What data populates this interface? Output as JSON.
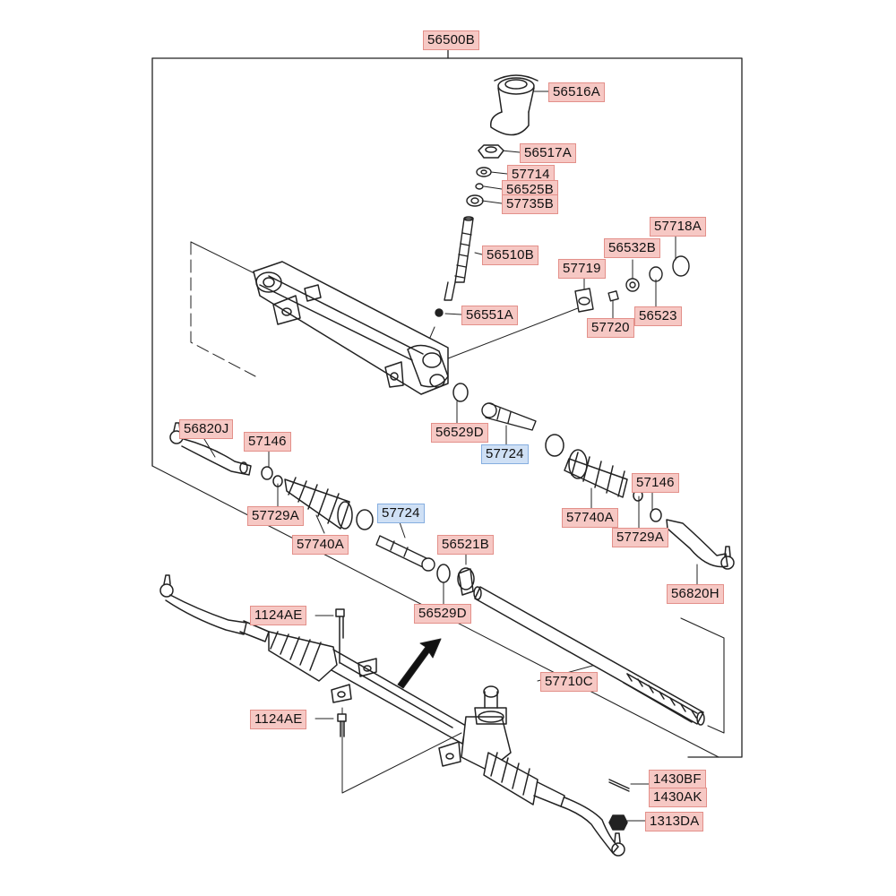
{
  "diagram": {
    "labels": {
      "l_56500B": "56500B",
      "l_56516A": "56516A",
      "l_56517A": "56517A",
      "l_57714": "57714",
      "l_56525B": "56525B",
      "l_57735B": "57735B",
      "l_56510B": "56510B",
      "l_57718A": "57718A",
      "l_56532B": "56532B",
      "l_57719": "57719",
      "l_56551A": "56551A",
      "l_56523": "56523",
      "l_57720": "57720",
      "l_56820J": "56820J",
      "l_57146a": "57146",
      "l_56529Da": "56529D",
      "l_57724a": "57724",
      "l_57146b": "57146",
      "l_57729Aa": "57729A",
      "l_57724b": "57724",
      "l_57740Aa": "57740A",
      "l_56521B": "56521B",
      "l_57740Ab": "57740A",
      "l_57729Ab": "57729A",
      "l_56820H": "56820H",
      "l_1124AEa": "1124AE",
      "l_56529Db": "56529D",
      "l_57710C": "57710C",
      "l_1124AEb": "1124AE",
      "l_1430BF": "1430BF",
      "l_1430AK": "1430AK",
      "l_1313DA": "1313DA"
    },
    "colors": {
      "label_fill": "#f6c8c4",
      "label_border": "#e3908a",
      "label_blue_fill": "#cfe0f5",
      "label_blue_border": "#86aee0",
      "line": "#222222"
    }
  }
}
